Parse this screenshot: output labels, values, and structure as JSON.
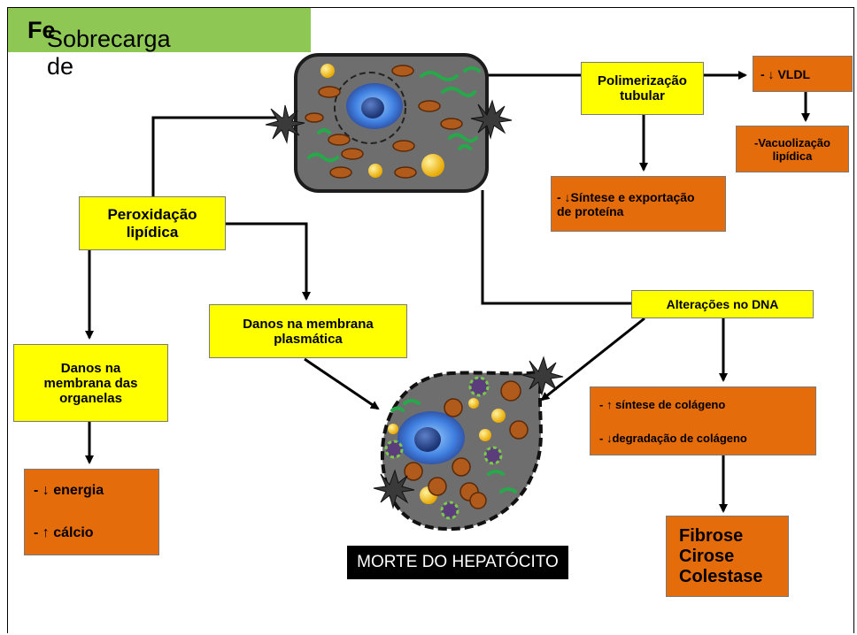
{
  "title": {
    "prefix": "Sobrecarga de ",
    "bold": "Fe"
  },
  "boxes": {
    "polimerizacao": {
      "line1": "Polimerização",
      "line2": "tubular"
    },
    "vldl": {
      "text": "-  ↓  VLDL"
    },
    "vacuolizacao": {
      "line1": "-Vacuolização",
      "line2": "lipídica"
    },
    "sintese_export": {
      "line1": "- ↓Síntese e exportação",
      "line2": "de proteína"
    },
    "peroxidacao": {
      "line1": "Peroxidação",
      "line2": "lipídica"
    },
    "danos_plasmatica": {
      "line1": "Danos na membrana",
      "line2": "plasmática"
    },
    "alteracoes_dna": {
      "text": "Alterações no DNA"
    },
    "danos_organelas": {
      "line1": "Danos na",
      "line2": "membrana das",
      "line3": "organelas"
    },
    "energia_calcio": {
      "line1": "- ↓  energia",
      "line2": "- ↑ cálcio"
    },
    "colageno": {
      "line1": "- ↑ síntese de colágeno",
      "line2": "- ↓degradação de colágeno"
    },
    "fibrose": {
      "line1": "Fibrose",
      "line2": "Cirose",
      "line3": "Colestase"
    }
  },
  "morte": "MORTE DO HEPATÓCITO",
  "colors": {
    "title_green": "#8fc755",
    "yellow": "#ffff00",
    "orange": "#e46c0a",
    "cell_gray": "#6e6e6e",
    "nucleus_blue": "#3a6fcf"
  }
}
